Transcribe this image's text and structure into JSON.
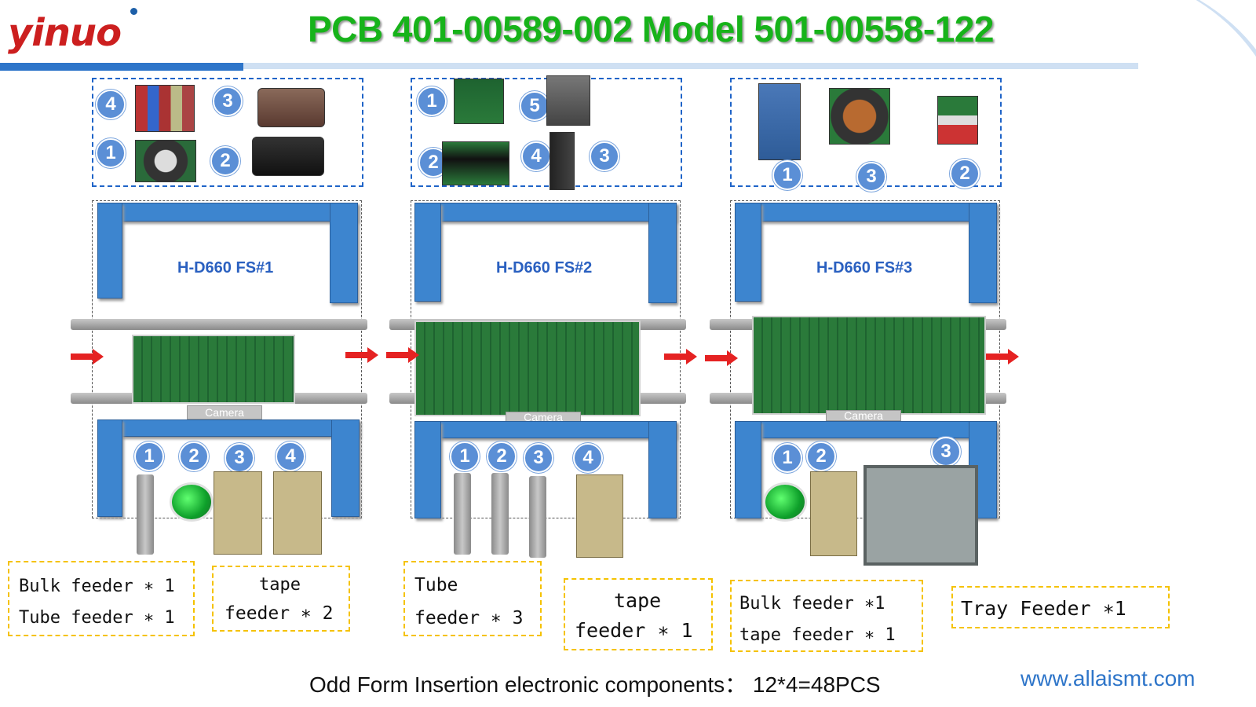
{
  "header": {
    "logo": "yinuo",
    "title": "PCB 401-00589-002 Model 501-00558-122"
  },
  "machines": [
    {
      "label": "H-D660 FS#1",
      "top_numbers": [
        "4",
        "3",
        "1",
        "2"
      ],
      "bottom_numbers": [
        "1",
        "2",
        "3",
        "4"
      ],
      "camera": "Camera"
    },
    {
      "label": "H-D660 FS#2",
      "top_numbers": [
        "1",
        "5",
        "2",
        "4",
        "3"
      ],
      "bottom_numbers": [
        "1",
        "2",
        "3",
        "4"
      ],
      "camera": "Camera"
    },
    {
      "label": "H-D660 FS#3",
      "top_numbers": [
        "1",
        "3",
        "2"
      ],
      "bottom_numbers": [
        "1",
        "2",
        "3"
      ],
      "camera": "Camera"
    }
  ],
  "feeders": [
    {
      "line1": "Bulk feeder ∗ 1",
      "line2": "Tube feeder ∗ 1"
    },
    {
      "line1": "tape",
      "line2": "feeder ∗ 2"
    },
    {
      "line1": "Tube",
      "line2": "feeder ∗ 3"
    },
    {
      "line1": "tape",
      "line2": "feeder ∗ 1"
    },
    {
      "line1": "Bulk feeder ∗1",
      "line2": "tape feeder ∗ 1"
    },
    {
      "line1": "Tray Feeder ∗1"
    }
  ],
  "footer": {
    "caption": "Odd Form Insertion electronic components： 12*4=48PCS",
    "url": "www.allaismt.com"
  },
  "colors": {
    "title": "#17b31a",
    "logo": "#cc1f1f",
    "accent": "#2e75c9",
    "frame": "#3d85cf",
    "arrow": "#e52222",
    "feeder_border": "#f5c200"
  }
}
